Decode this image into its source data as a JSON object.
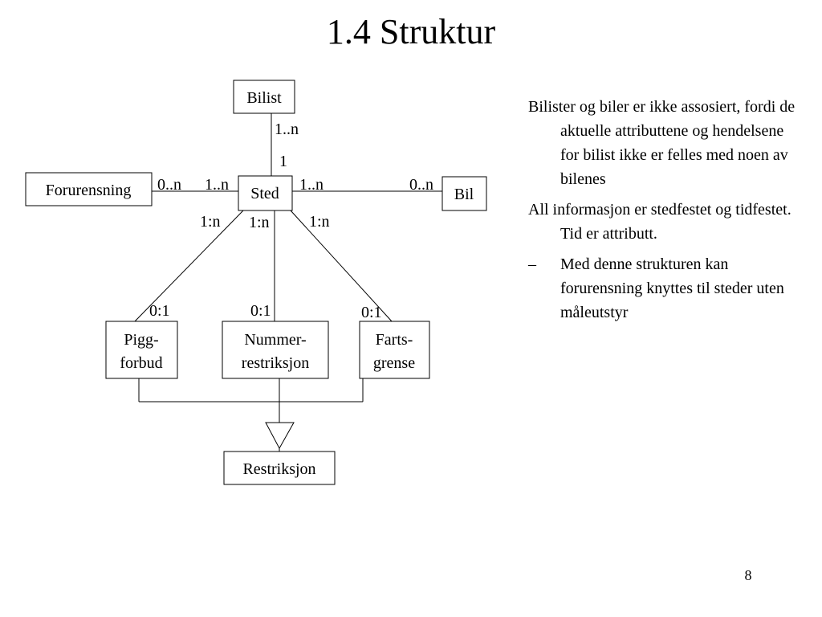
{
  "slide": {
    "title": "1.4 Struktur",
    "page_number": "8"
  },
  "diagram": {
    "entities": {
      "bilist": "Bilist",
      "forurensning": "Forurensning",
      "sted": "Sted",
      "bil": "Bil",
      "piggforbud_line1": "Pigg-",
      "piggforbud_line2": "forbud",
      "nummerrestriksjon_line1": "Nummer-",
      "nummerrestriksjon_line2": "restriksjon",
      "fartsgrense_line1": "Farts-",
      "fartsgrense_line2": "grense",
      "restriksjon": "Restriksjon"
    },
    "cardinalities": {
      "bilist_side": "1..n",
      "sted_to_bilist": "1",
      "forurensning_side": "0..n",
      "sted_to_forurensning": "1..n",
      "sted_to_bil": "1..n",
      "bil_side": "0..n",
      "sted_to_pigg": "1:n",
      "sted_to_nummer": "1:n",
      "sted_to_farts": "1:n",
      "pigg_side": "0:1",
      "nummer_side": "0:1",
      "farts_side": "0:1"
    }
  },
  "text": {
    "bullet1": "Bilister og biler er ikke assosiert, fordi de aktuelle attributtene og hendelsene for bilist ikke er felles med noen av bilenes",
    "bullet2": "All informasjon er stedfestet og tidfestet.  Tid er attributt.",
    "sub_bullet_marker": "–",
    "sub_bullet": "Med denne strukturen kan forurensning knyttes til steder uten måleutstyr"
  }
}
